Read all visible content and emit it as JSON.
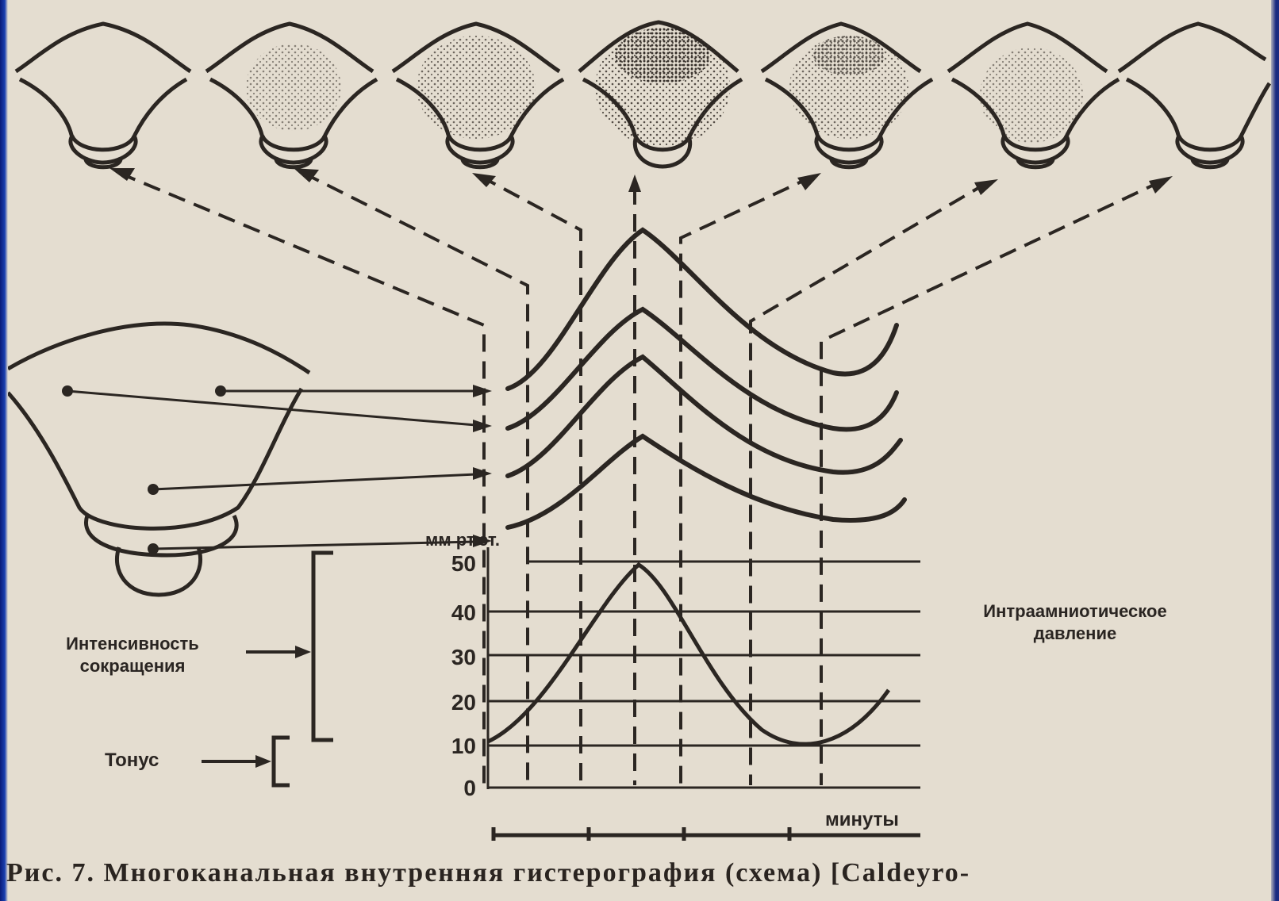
{
  "axis": {
    "unit_label": "мм рт.ст.",
    "ticks": [
      "50",
      "40",
      "30",
      "20",
      "10",
      "0"
    ],
    "x_label": "минуты"
  },
  "labels": {
    "intensity": "Интенсивность сокращения",
    "tonus": "Тонус",
    "intrauterine_pressure": "Интраамниотическое давление"
  },
  "caption": "Рис. 7. Многоканальная внутренняя гистерография (схема) [Caldeyro-",
  "colors": {
    "ink": "#2b2622",
    "paper": "#e4ddd0",
    "frame": "#0b1d6e"
  }
}
